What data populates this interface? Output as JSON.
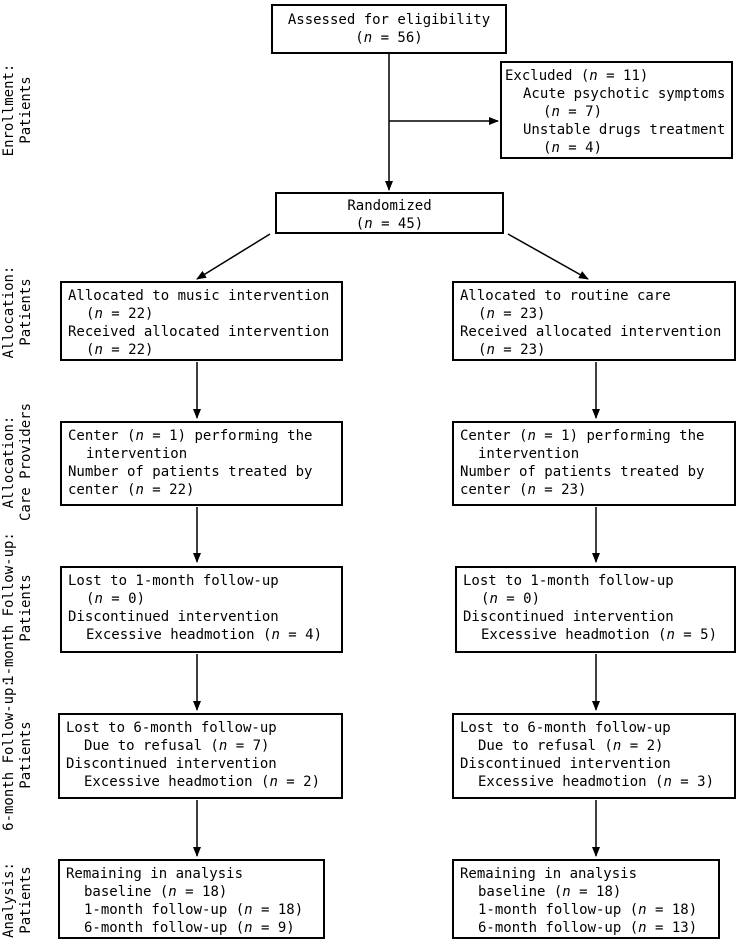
{
  "side_labels": {
    "enrollment": [
      "Enrollment:",
      "Patients"
    ],
    "allocation_patients": [
      "Allocation:",
      "Patients"
    ],
    "allocation_providers": [
      "Allocation:",
      "Care Providers"
    ],
    "followup1": [
      "1-month Follow-up:",
      "Patients"
    ],
    "followup6": [
      "6-month Follow-up:",
      "Patients"
    ],
    "analysis": [
      "Analysis:",
      "Patients"
    ]
  },
  "assessed": {
    "l1": "Assessed for eligibility",
    "l2_pre": "(",
    "n": "n",
    "l2_post": " = 56)"
  },
  "excluded": {
    "l1_pre": "Excluded (",
    "l1_n": "n",
    "l1_post": " = 11)",
    "l2": "Acute psychotic symptoms",
    "l3_pre": "(",
    "l3_n": "n",
    "l3_post": " = 7)",
    "l4": "Unstable drugs treatment",
    "l5_pre": "(",
    "l5_n": "n",
    "l5_post": " = 4)"
  },
  "randomized": {
    "l1": "Randomized",
    "l2_pre": "(",
    "n": "n",
    "l2_post": " = 45)"
  },
  "left": {
    "alloc": {
      "l1": "Allocated to music intervention",
      "l2_pre": "(",
      "l2_n": "n",
      "l2_post": " = 22)",
      "l3": "Received allocated intervention",
      "l4_pre": "(",
      "l4_n": "n",
      "l4_post": " = 22)"
    },
    "center": {
      "l1_pre": "Center (",
      "l1_n": "n",
      "l1_post": " = 1) performing the",
      "l2": "intervention",
      "l3": "Number of patients treated by",
      "l4_pre": "center (",
      "l4_n": "n",
      "l4_post": " = 22)"
    },
    "fu1": {
      "l1": "Lost to 1-month follow-up",
      "l2_pre": "(",
      "l2_n": "n",
      "l2_post": " = 0)",
      "l3": "Discontinued intervention",
      "l4_pre": "Excessive headmotion (",
      "l4_n": "n",
      "l4_post": " = 4)"
    },
    "fu6": {
      "l1": "Lost to 6-month follow-up",
      "l2_pre": "Due to refusal (",
      "l2_n": "n",
      "l2_post": " = 7)",
      "l3": "Discontinued intervention",
      "l4_pre": "Excessive headmotion (",
      "l4_n": "n",
      "l4_post": " = 2)"
    },
    "analysis": {
      "l1": "Remaining in analysis",
      "l2_pre": "baseline (",
      "l2_n": "n",
      "l2_post": " = 18)",
      "l3_pre": "1-month follow-up (",
      "l3_n": "n",
      "l3_post": " = 18)",
      "l4_pre": "6-month follow-up (",
      "l4_n": "n",
      "l4_post": " = 9)"
    }
  },
  "right": {
    "alloc": {
      "l1": "Allocated to routine care",
      "l2_pre": "(",
      "l2_n": "n",
      "l2_post": " = 23)",
      "l3": "Received allocated intervention",
      "l4_pre": "(",
      "l4_n": "n",
      "l4_post": " = 23)"
    },
    "center": {
      "l1_pre": "Center (",
      "l1_n": "n",
      "l1_post": " = 1) performing the",
      "l2": "intervention",
      "l3": "Number of patients treated by",
      "l4_pre": "center (",
      "l4_n": "n",
      "l4_post": " = 23)"
    },
    "fu1": {
      "l1": "Lost to 1-month follow-up",
      "l2_pre": "(",
      "l2_n": "n",
      "l2_post": " = 0)",
      "l3": "Discontinued intervention",
      "l4_pre": "Excessive headmotion (",
      "l4_n": "n",
      "l4_post": " = 5)"
    },
    "fu6": {
      "l1": "Lost to 6-month follow-up",
      "l2_pre": "Due to refusal (",
      "l2_n": "n",
      "l2_post": " = 2)",
      "l3": "Discontinued intervention",
      "l4_pre": "Excessive headmotion (",
      "l4_n": "n",
      "l4_post": " = 3)"
    },
    "analysis": {
      "l1": "Remaining in analysis",
      "l2_pre": "baseline (",
      "l2_n": "n",
      "l2_post": " = 18)",
      "l3_pre": "1-month follow-up (",
      "l3_n": "n",
      "l3_post": " = 18)",
      "l4_pre": "6-month follow-up (",
      "l4_n": "n",
      "l4_post": " = 13)"
    }
  }
}
